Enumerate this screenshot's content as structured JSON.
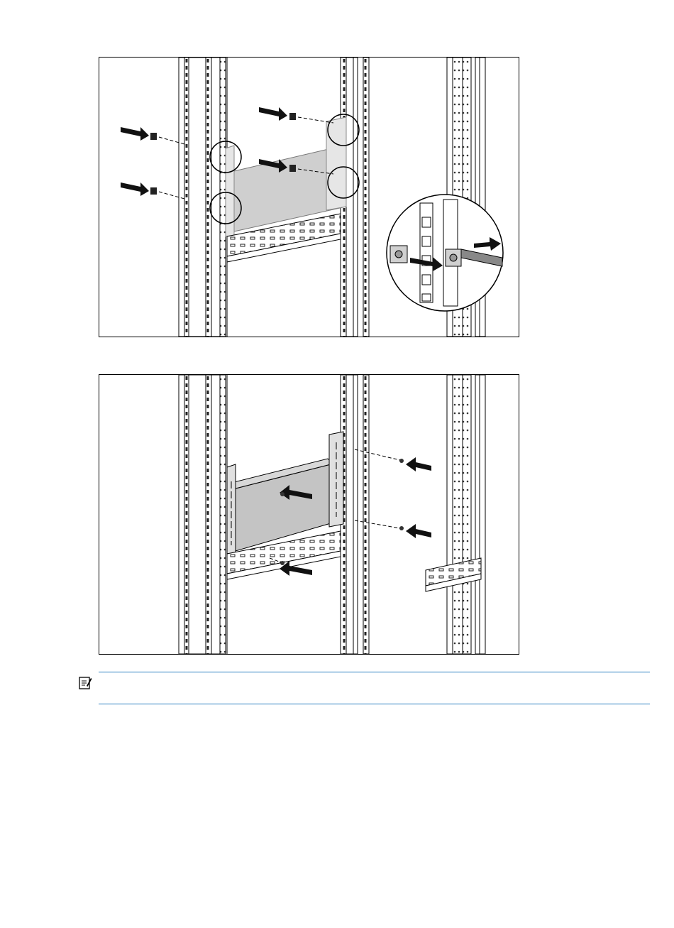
{
  "figures": [
    {
      "id": "figure-1",
      "icon": "rack-cage-nut-installation"
    },
    {
      "id": "figure-2",
      "icon": "rack-mount-device-installation"
    }
  ],
  "note": {
    "icon": "note-icon",
    "text": ""
  },
  "colors": {
    "rule": "#2a7fc0",
    "device": "#c9c9c9",
    "line": "#000000"
  }
}
